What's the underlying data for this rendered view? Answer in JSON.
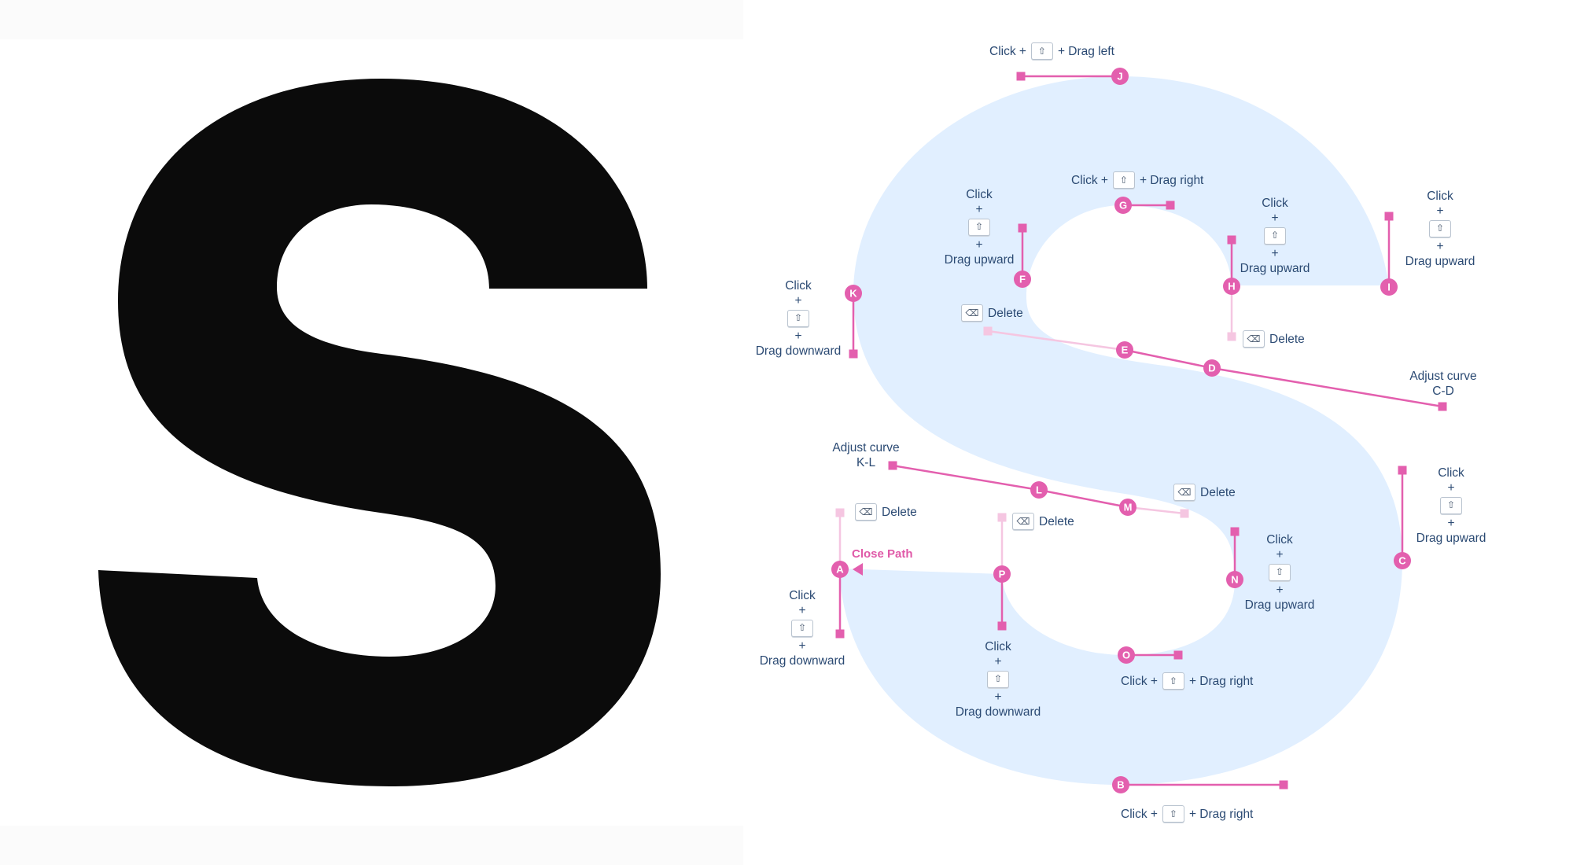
{
  "letter": "S",
  "colors": {
    "glyph_fill": "#0b0b0b",
    "outline_fill": "#e1efff",
    "accent": "#e35fae",
    "accent_light": "#f5c6e1",
    "label_text": "#2b4a73"
  },
  "nodes": [
    "A",
    "B",
    "C",
    "D",
    "E",
    "F",
    "G",
    "H",
    "I",
    "J",
    "K",
    "L",
    "M",
    "N",
    "O",
    "P"
  ],
  "icons": {
    "shift_key": "shift-key-icon",
    "delete_key": "delete-key-icon",
    "close_path": "triangle-left-icon"
  },
  "annotations": {
    "j": {
      "click": "Click +",
      "drag": "+ Drag left"
    },
    "g": {
      "click": "Click +",
      "drag": "+ Drag right"
    },
    "f": {
      "click": "Click",
      "plus1": "+",
      "plus2": "+",
      "drag": "Drag upward"
    },
    "h": {
      "click": "Click",
      "plus1": "+",
      "plus2": "+",
      "drag": "Drag upward"
    },
    "i": {
      "click": "Click",
      "plus1": "+",
      "plus2": "+",
      "drag": "Drag upward"
    },
    "k": {
      "click": "Click",
      "plus1": "+",
      "plus2": "+",
      "drag": "Drag downward"
    },
    "delete_f": {
      "label": "Delete"
    },
    "delete_h": {
      "label": "Delete"
    },
    "cd": {
      "line1": "Adjust curve",
      "line2": "C-D"
    },
    "kl": {
      "line1": "Adjust curve",
      "line2": "K-L"
    },
    "c": {
      "click": "Click",
      "plus1": "+",
      "plus2": "+",
      "drag": "Drag upward"
    },
    "delete_m": {
      "label": "Delete"
    },
    "delete_a": {
      "label": "Delete"
    },
    "delete_p": {
      "label": "Delete"
    },
    "close_path": {
      "label": "Close Path"
    },
    "n": {
      "click": "Click",
      "plus1": "+",
      "plus2": "+",
      "drag": "Drag upward"
    },
    "a": {
      "click": "Click",
      "plus1": "+",
      "plus2": "+",
      "drag": "Drag downward"
    },
    "p": {
      "click": "Click",
      "plus1": "+",
      "plus2": "+",
      "drag": "Drag downward"
    },
    "o": {
      "click": "Click +",
      "drag": "+ Drag right"
    },
    "b": {
      "click": "Click +",
      "drag": "+ Drag right"
    }
  }
}
